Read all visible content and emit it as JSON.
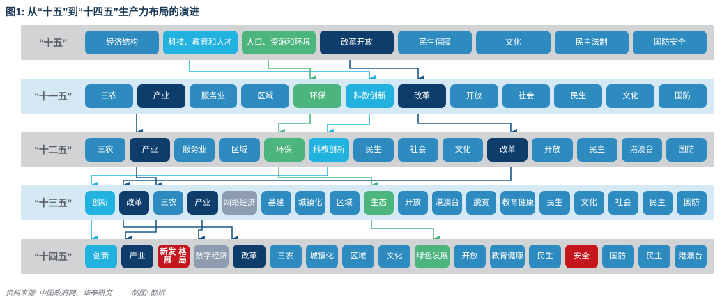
{
  "title": "图1: 从“十五”到“十四五”生产力布局的演进",
  "footer": {
    "source": "资料来源: 中国政府网、华泰研究",
    "credit": "制图: 颜斌"
  },
  "colors": {
    "blue": "#2e8bc0",
    "navy": "#0e3d6b",
    "cyan": "#22b2e0",
    "green": "#4cb57e",
    "gray": "#8e9cb0",
    "red": "#c4161c",
    "band_gray": "#d2d3d5",
    "band_blue": "#d5e9f5"
  },
  "chart_data": {
    "type": "diagram",
    "title": "图1: 从“十五”到“十四五”生产力布局的演进",
    "rows": [
      {
        "label": "“十五”",
        "band": "gray",
        "items": [
          {
            "text": "经济结构",
            "color": "blue"
          },
          {
            "text": "科技、教育和人才",
            "color": "cyan"
          },
          {
            "text": "人口、资源和环境",
            "color": "green"
          },
          {
            "text": "改革开放",
            "color": "navy"
          },
          {
            "text": "民生保障",
            "color": "blue"
          },
          {
            "text": "文化",
            "color": "blue"
          },
          {
            "text": "民主法制",
            "color": "blue"
          },
          {
            "text": "国防安全",
            "color": "blue"
          }
        ]
      },
      {
        "label": "“十一五”",
        "band": "blue",
        "items": [
          {
            "text": "三农",
            "color": "blue"
          },
          {
            "text": "产业",
            "color": "navy"
          },
          {
            "text": "服务业",
            "color": "blue"
          },
          {
            "text": "区域",
            "color": "blue"
          },
          {
            "text": "环保",
            "color": "green"
          },
          {
            "text": "科教创新",
            "color": "cyan"
          },
          {
            "text": "改革",
            "color": "navy"
          },
          {
            "text": "开放",
            "color": "blue"
          },
          {
            "text": "社会",
            "color": "blue"
          },
          {
            "text": "民生",
            "color": "blue"
          },
          {
            "text": "文化",
            "color": "blue"
          },
          {
            "text": "国防",
            "color": "blue"
          }
        ]
      },
      {
        "label": "“十二五”",
        "band": "gray",
        "items": [
          {
            "text": "三农",
            "color": "blue"
          },
          {
            "text": "产业",
            "color": "navy"
          },
          {
            "text": "服务业",
            "color": "blue"
          },
          {
            "text": "区域",
            "color": "blue"
          },
          {
            "text": "环保",
            "color": "green"
          },
          {
            "text": "科教创新",
            "color": "cyan"
          },
          {
            "text": "民生",
            "color": "blue"
          },
          {
            "text": "社会",
            "color": "blue"
          },
          {
            "text": "文化",
            "color": "blue"
          },
          {
            "text": "改革",
            "color": "navy"
          },
          {
            "text": "开放",
            "color": "blue"
          },
          {
            "text": "民主",
            "color": "blue"
          },
          {
            "text": "港澳台",
            "color": "blue"
          },
          {
            "text": "国防",
            "color": "blue"
          }
        ]
      },
      {
        "label": "“十三五”",
        "band": "blue",
        "items": [
          {
            "text": "创新",
            "color": "cyan"
          },
          {
            "text": "改革",
            "color": "navy"
          },
          {
            "text": "三农",
            "color": "blue"
          },
          {
            "text": "产业",
            "color": "navy"
          },
          {
            "text": "网络经济",
            "color": "gray"
          },
          {
            "text": "基建",
            "color": "blue"
          },
          {
            "text": "城镇化",
            "color": "blue"
          },
          {
            "text": "区域",
            "color": "blue"
          },
          {
            "text": "生态",
            "color": "green"
          },
          {
            "text": "开放",
            "color": "blue"
          },
          {
            "text": "港澳台",
            "color": "blue"
          },
          {
            "text": "脱贫",
            "color": "blue"
          },
          {
            "text": "教育健康",
            "color": "blue"
          },
          {
            "text": "民生",
            "color": "blue"
          },
          {
            "text": "文化",
            "color": "blue"
          },
          {
            "text": "社会",
            "color": "blue"
          },
          {
            "text": "民主",
            "color": "blue"
          },
          {
            "text": "国防",
            "color": "blue"
          }
        ]
      },
      {
        "label": "“十四五”",
        "band": "gray",
        "items": [
          {
            "text": "创新",
            "color": "cyan"
          },
          {
            "text": "产业",
            "color": "navy"
          },
          {
            "text": "新发展格局",
            "color": "red",
            "lines": [
              "新发展",
              "格局"
            ]
          },
          {
            "text": "数字经济",
            "color": "gray"
          },
          {
            "text": "改革",
            "color": "navy"
          },
          {
            "text": "三农",
            "color": "blue"
          },
          {
            "text": "城镇化",
            "color": "blue"
          },
          {
            "text": "区域",
            "color": "blue"
          },
          {
            "text": "文化",
            "color": "blue"
          },
          {
            "text": "绿色发展",
            "color": "green"
          },
          {
            "text": "开放",
            "color": "blue"
          },
          {
            "text": "教育健康",
            "color": "blue"
          },
          {
            "text": "民生",
            "color": "blue"
          },
          {
            "text": "安全",
            "color": "red"
          },
          {
            "text": "国防",
            "color": "blue"
          },
          {
            "text": "民主",
            "color": "blue"
          },
          {
            "text": "港澳台",
            "color": "blue"
          }
        ]
      }
    ],
    "connections": [
      {
        "from": "十五:科技、教育和人才",
        "to": "十一五:科教创新",
        "color": "cyan"
      },
      {
        "from": "十五:人口、资源和环境",
        "to": "十一五:环保",
        "color": "green"
      },
      {
        "from": "十五:改革开放",
        "to": "十一五:改革",
        "color": "navy"
      },
      {
        "from": "十一五:产业",
        "to": "十二五:产业",
        "color": "navy"
      },
      {
        "from": "十一五:环保",
        "to": "十二五:环保",
        "color": "green"
      },
      {
        "from": "十一五:科教创新",
        "to": "十二五:科教创新",
        "color": "cyan"
      },
      {
        "from": "十一五:改革",
        "to": "十二五:改革",
        "color": "navy"
      },
      {
        "from": "十二五:产业",
        "to": "十三五:产业",
        "color": "navy"
      },
      {
        "from": "十二五:科教创新",
        "to": "十三五:创新",
        "color": "cyan"
      },
      {
        "from": "十二五:环保",
        "to": "十三五:生态",
        "color": "green"
      },
      {
        "from": "十二五:改革",
        "to": "十三五:改革",
        "color": "navy"
      },
      {
        "from": "十三五:创新",
        "to": "十四五:创新",
        "color": "cyan"
      },
      {
        "from": "十三五:改革",
        "to": "十四五:改革",
        "color": "navy"
      },
      {
        "from": "十三五:产业",
        "to": "十四五:产业",
        "color": "navy"
      },
      {
        "from": "十三五:网络经济",
        "to": "十四五:数字经济",
        "color": "navy"
      },
      {
        "from": "十三五:生态",
        "to": "十四五:绿色发展",
        "color": "green"
      }
    ]
  }
}
